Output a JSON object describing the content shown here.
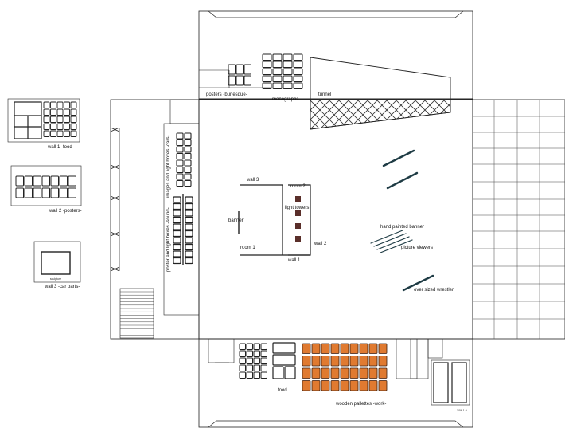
{
  "title": "",
  "labels": {
    "wall1_food": "wall 1 -food-",
    "wall2_posters": "wall 2 -posters-",
    "wall3_car_parts": "wall 3 -car parts-",
    "wall3_inner": "sculpture",
    "posters_burlesque": "posters -burlesque-",
    "monographs": "monographs",
    "tunnel": "tunnel",
    "images_light_boxes_cars": "images and light boxes -cars-",
    "poster_light_boxes_sound": "poster and light boxes -sound-",
    "wall3": "wall 3",
    "room2": "room 2",
    "light_towers": "light towers",
    "banner": "banner",
    "wall2": "wall 2",
    "room1": "room 1",
    "wall1": "wall 1",
    "hand_painted_banner": "hand painted banner",
    "picture_viewers": "picture viewers",
    "over_sized_wrestler": "over sized wrestler",
    "food": "food",
    "wooden_pallettes_work": "wooden pallettes -work-",
    "sheet_number": "1/06.1.0"
  },
  "colors": {
    "line": "#222222",
    "pallette_fill": "#e07a30",
    "tunnel_hatch": "#333333",
    "background": "#ffffff"
  }
}
